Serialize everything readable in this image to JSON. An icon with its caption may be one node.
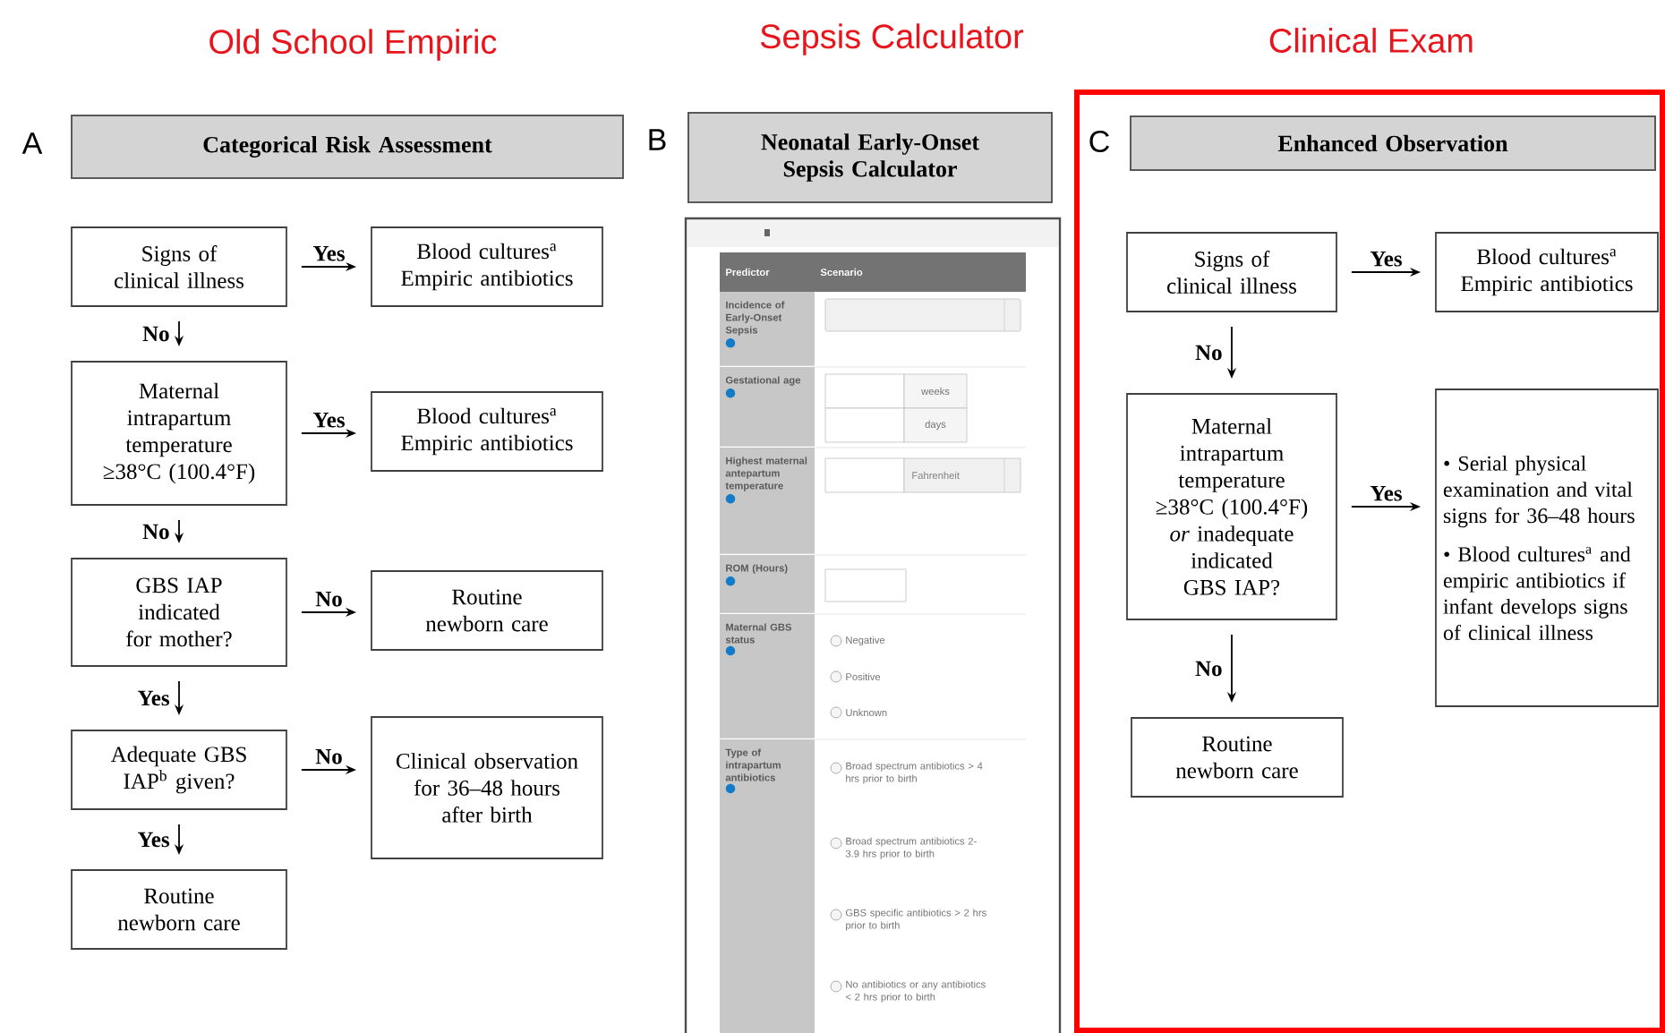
{
  "diagram": {
    "nodes": [
      {
        "text": [
          "Categorical Risk Assessment"
        ]
      },
      {
        "text": [
          "Signs of clinical illness"
        ]
      },
      {
        "text": [
          "Blood cultures$^{a}$ Empiric antibiotics"
        ]
      },
      {
        "text": [
          "Maternal intrapartum temperature ≥38°C (100.4°F)"
        ]
      },
      {
        "text": [
          "Blood cultures$^{a}$ Empiric antibiotics"
        ]
      },
      {
        "text": [
          "GBS IAP indicated for mother?"
        ]
      },
      {
        "text": [
          "Routine newborn care"
        ]
      },
      {
        "text": [
          "Adequate GBS IAP$^{b}$ given?"
        ]
      },
      {
        "text": [
          "Clinical observation for 36–48 hours after birth"
        ]
      },
      {
        "text": [
          "Routine newborn care"
        ]
      },
      {
        "text": [
          "Neonatal Early-Onset Sepsis Calculator"
        ]
      },
      {
        "text": [
          "Clinical Exam"
        ]
      },
      {
        "text": [
          "Enhanced Observation"
        ],
        "in": 11
      },
      {
        "text": [
          "Signs of clinical illness"
        ],
        "in": 11
      },
      {
        "text": [
          "Blood cultures$^{a}$ Empiric antibiotics"
        ],
        "in": 11
      },
      {
        "text": [
          "Maternal intrapartum temperature ≥38°C (100.4°F) *or* inadequate indicated GBS IAP?"
        ],
        "in": 11
      },
      {
        "text": [
          "• Serial physical examination and vital signs for 36–48 hours",
          "• Blood cultures$^{a}$ and empiric antibiotics if infant develops signs of clinical illness"
        ],
        "in": 11
      },
      {
        "text": [
          "Routine newborn care"
        ],
        "in": 11
      }
    ],
    "edges": [
      {
        "from": 1,
        "to": 2,
        "arrow": "to",
        "label": "Yes"
      },
      {
        "from": 1,
        "to": 3,
        "arrow": "to",
        "label": "No"
      },
      {
        "from": 3,
        "to": 4,
        "arrow": "to",
        "label": "Yes"
      },
      {
        "from": 3,
        "to": 5,
        "arrow": "to",
        "label": "No"
      },
      {
        "from": 5,
        "to": 6,
        "arrow": "to",
        "label": "No"
      },
      {
        "from": 5,
        "to": 7,
        "arrow": "to",
        "label": "Yes"
      },
      {
        "from": 7,
        "to": 8,
        "arrow": "to",
        "label": "No"
      },
      {
        "from": 7,
        "to": 9,
        "arrow": "to",
        "label": "Yes"
      },
      {
        "from": 13,
        "to": 14,
        "arrow": "to",
        "label": "Yes"
      },
      {
        "from": 13,
        "to": 15,
        "arrow": "to",
        "label": "No"
      },
      {
        "from": 15,
        "to": 16,
        "arrow": "to",
        "label": "Yes"
      },
      {
        "from": 15,
        "to": 17,
        "arrow": "to",
        "label": "No"
      }
    ],
    "labels": [
      "Old School Empiric",
      "Sepsis Calculator",
      "A",
      "B",
      "C",
      "Predictor",
      "Scenario",
      "Incidence of Early-Onset Sepsis",
      "Gestational age",
      "weeks",
      "days",
      "Highest maternal antepartum temperature",
      "Fahrenheit",
      "ROM (Hours)",
      "Maternal GBS status",
      "Negative",
      "Positive",
      "Unknown",
      "Type of intrapartum antibiotics",
      "Broad spectrum antibiotics > 4 hrs prior to birth",
      "Broad spectrum antibiotics 2-3.9 hrs prior to birth",
      "GBS specific antibiotics > 2 hrs prior to birth",
      "No antibiotics or any antibiotics < 2 hrs prior to birth"
    ]
  }
}
